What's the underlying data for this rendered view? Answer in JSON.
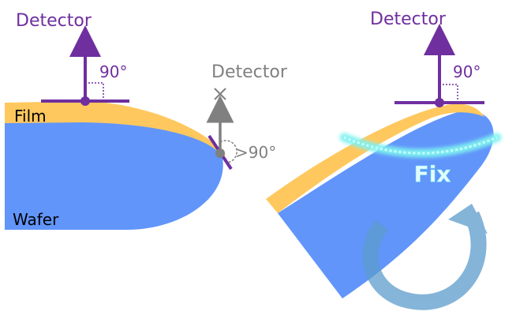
{
  "colors": {
    "film": "#ffc85f",
    "wafer": "#6195fa",
    "detector": "#6f2f9f",
    "detector_blocked": "#808080",
    "fix_glow": "#7ff2f0",
    "rotate_arrow": "#5c9ccc",
    "text": "#000000"
  },
  "labels": {
    "film": "Film",
    "wafer": "Wafer",
    "fix": "Fix"
  },
  "left_panel": {
    "detector_label": "Detector",
    "angle": "90°"
  },
  "edge_case": {
    "detector_label": "Detector",
    "angle": ">90°",
    "blocked_mark": "×"
  },
  "right_panel": {
    "detector_label": "Detector",
    "angle": "90°"
  },
  "icons": {
    "detector": "up-arrow-icon",
    "blocked": "cross-icon",
    "rotation": "rotate-arrow-icon",
    "right_angle": "right-angle-icon"
  }
}
